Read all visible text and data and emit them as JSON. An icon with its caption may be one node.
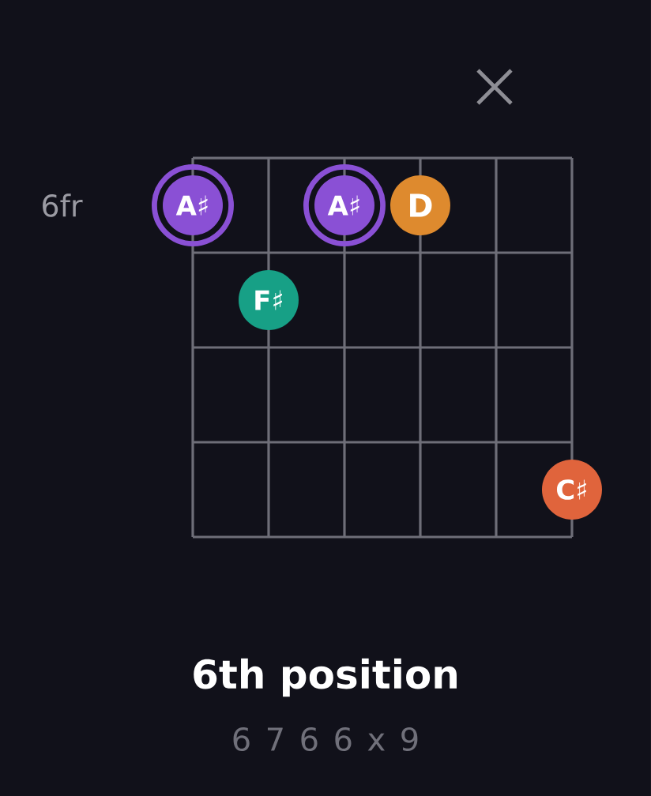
{
  "diagram": {
    "title": "6th position",
    "nodes": [
      {
        "text": [
          "A♯"
        ]
      },
      {
        "text": [
          "A♯"
        ]
      },
      {
        "text": [
          "D"
        ]
      },
      {
        "text": [
          "F♯"
        ]
      },
      {
        "text": [
          "C♯"
        ]
      }
    ],
    "labels": [
      "6fr",
      "6 7 6 6 x 9"
    ]
  }
}
